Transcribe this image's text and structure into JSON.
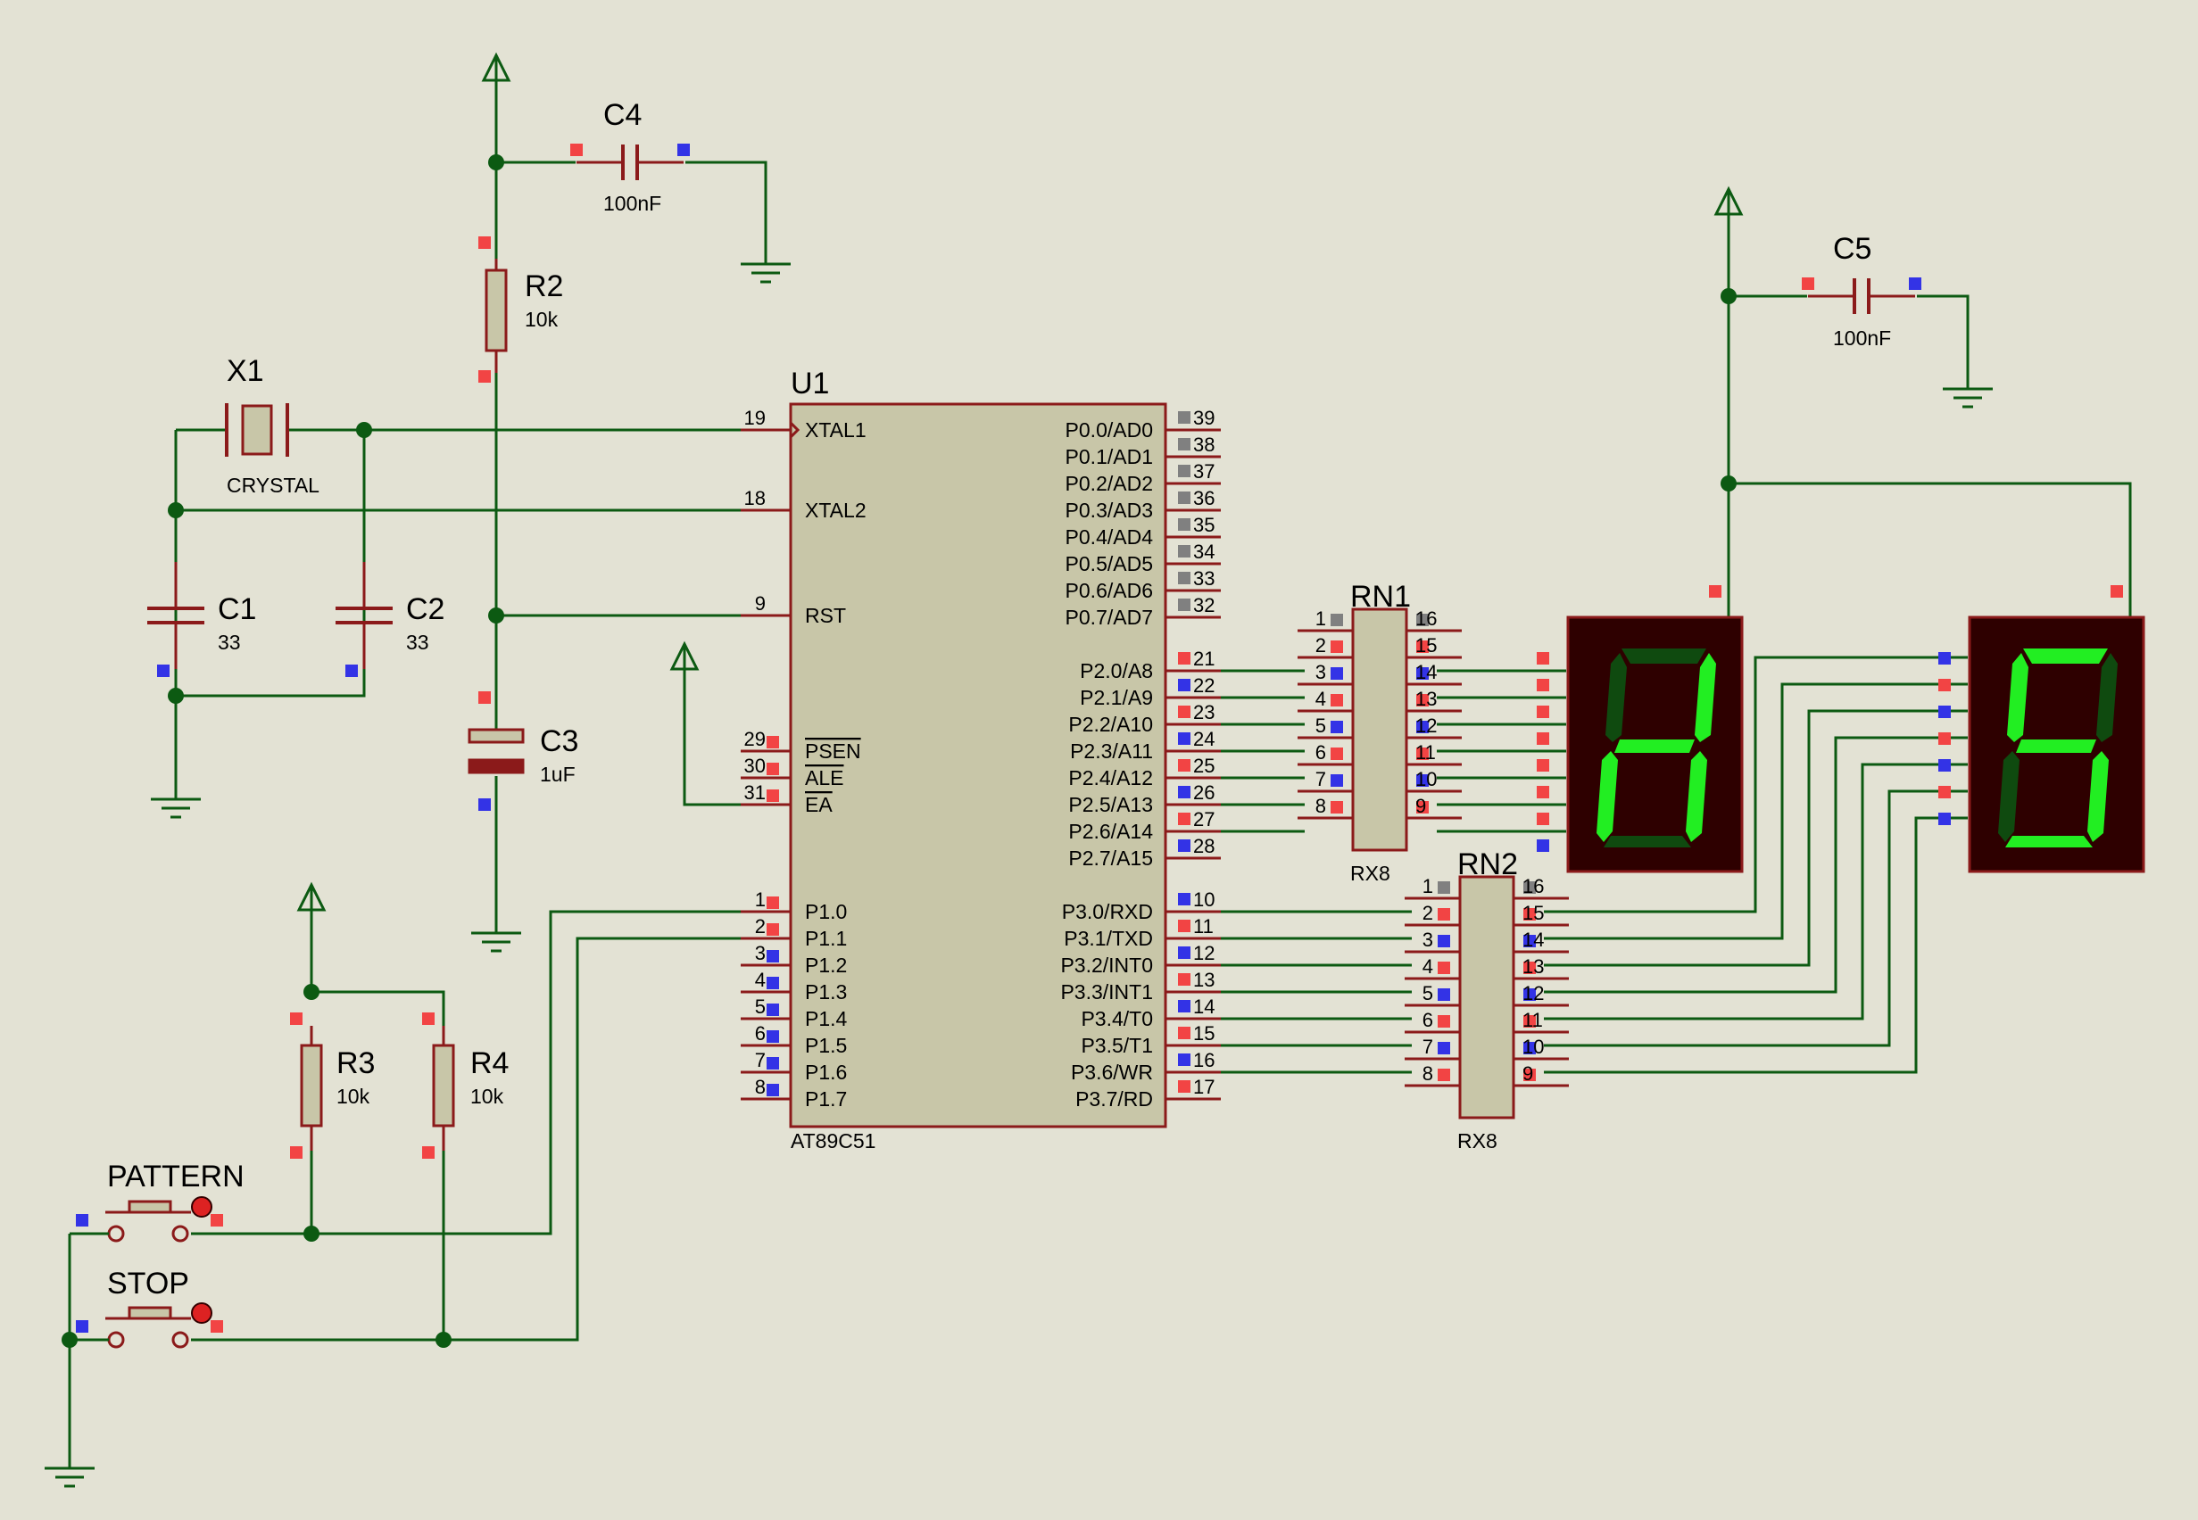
{
  "colors": {
    "background": "#e3e2d4",
    "wire": "#0c5a12",
    "component": "#8b1a1a",
    "body_fill": "#c8c6a8",
    "pin_red": "#f24444",
    "pin_blue": "#3333e6",
    "pin_gray": "#808080",
    "display_bg": "#2e0000",
    "segment_on": "#22ee22",
    "segment_off": "#0f4a0f"
  },
  "components": {
    "u1": {
      "ref": "U1",
      "part": "AT89C51",
      "left_pins": [
        {
          "num": "19",
          "name": "XTAL1"
        },
        {
          "num": "18",
          "name": "XTAL2"
        },
        {
          "num": "9",
          "name": "RST"
        },
        {
          "num": "29",
          "name": "PSEN"
        },
        {
          "num": "30",
          "name": "ALE"
        },
        {
          "num": "31",
          "name": "EA"
        },
        {
          "num": "1",
          "name": "P1.0"
        },
        {
          "num": "2",
          "name": "P1.1"
        },
        {
          "num": "3",
          "name": "P1.2"
        },
        {
          "num": "4",
          "name": "P1.3"
        },
        {
          "num": "5",
          "name": "P1.4"
        },
        {
          "num": "6",
          "name": "P1.5"
        },
        {
          "num": "7",
          "name": "P1.6"
        },
        {
          "num": "8",
          "name": "P1.7"
        }
      ],
      "right_pins": [
        {
          "num": "39",
          "name": "P0.0/AD0"
        },
        {
          "num": "38",
          "name": "P0.1/AD1"
        },
        {
          "num": "37",
          "name": "P0.2/AD2"
        },
        {
          "num": "36",
          "name": "P0.3/AD3"
        },
        {
          "num": "35",
          "name": "P0.4/AD4"
        },
        {
          "num": "34",
          "name": "P0.5/AD5"
        },
        {
          "num": "33",
          "name": "P0.6/AD6"
        },
        {
          "num": "32",
          "name": "P0.7/AD7"
        },
        {
          "num": "21",
          "name": "P2.0/A8"
        },
        {
          "num": "22",
          "name": "P2.1/A9"
        },
        {
          "num": "23",
          "name": "P2.2/A10"
        },
        {
          "num": "24",
          "name": "P2.3/A11"
        },
        {
          "num": "25",
          "name": "P2.4/A12"
        },
        {
          "num": "26",
          "name": "P2.5/A13"
        },
        {
          "num": "27",
          "name": "P2.6/A14"
        },
        {
          "num": "28",
          "name": "P2.7/A15"
        },
        {
          "num": "10",
          "name": "P3.0/RXD"
        },
        {
          "num": "11",
          "name": "P3.1/TXD"
        },
        {
          "num": "12",
          "name": "P3.2/INT0"
        },
        {
          "num": "13",
          "name": "P3.3/INT1"
        },
        {
          "num": "14",
          "name": "P3.4/T0"
        },
        {
          "num": "15",
          "name": "P3.5/T1"
        },
        {
          "num": "16",
          "name": "P3.6/WR"
        },
        {
          "num": "17",
          "name": "P3.7/RD"
        }
      ]
    },
    "x1": {
      "ref": "X1",
      "value": "CRYSTAL"
    },
    "c1": {
      "ref": "C1",
      "value": "33"
    },
    "c2": {
      "ref": "C2",
      "value": "33"
    },
    "c3": {
      "ref": "C3",
      "value": "1uF"
    },
    "c4": {
      "ref": "C4",
      "value": "100nF"
    },
    "c5": {
      "ref": "C5",
      "value": "100nF"
    },
    "r2": {
      "ref": "R2",
      "value": "10k"
    },
    "r3": {
      "ref": "R3",
      "value": "10k"
    },
    "r4": {
      "ref": "R4",
      "value": "10k"
    },
    "rn1": {
      "ref": "RN1",
      "part": "RX8",
      "left_pins": [
        "1",
        "2",
        "3",
        "4",
        "5",
        "6",
        "7",
        "8"
      ],
      "right_pins": [
        "16",
        "15",
        "14",
        "13",
        "12",
        "11",
        "10",
        "9"
      ]
    },
    "rn2": {
      "ref": "RN2",
      "part": "RX8",
      "left_pins": [
        "1",
        "2",
        "3",
        "4",
        "5",
        "6",
        "7",
        "8"
      ],
      "right_pins": [
        "16",
        "15",
        "14",
        "13",
        "12",
        "11",
        "10",
        "9"
      ]
    },
    "sw1": {
      "label": "PATTERN"
    },
    "sw2": {
      "label": "STOP"
    },
    "display1": {
      "segments_on": [
        "b",
        "c",
        "e",
        "g"
      ],
      "icon": "seven-segment-display"
    },
    "display2": {
      "segments_on": [
        "a",
        "c",
        "d",
        "f",
        "g"
      ],
      "icon": "seven-segment-display"
    }
  }
}
